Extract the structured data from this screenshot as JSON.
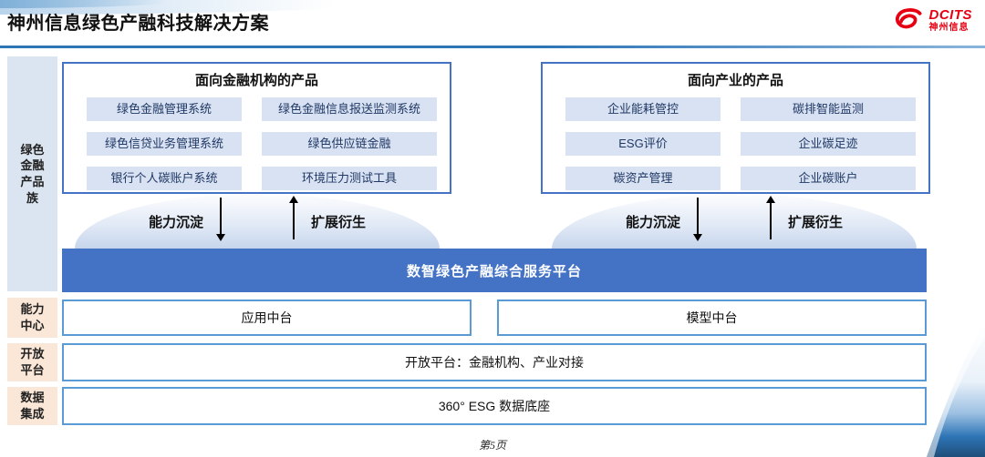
{
  "header": {
    "title": "神州信息绿色产融科技解决方案",
    "logo": {
      "brand": "DCITS",
      "brand_cn": "神州信息"
    }
  },
  "sidebar": {
    "product_family": "绿色金融产品族",
    "capability_center": "能力中心",
    "open_platform": "开放平台",
    "data_integration": "数据集成"
  },
  "product_boxes": [
    {
      "title": "面向金融机构的产品",
      "items": [
        "绿色金融管理系统",
        "绿色金融信息报送监测系统",
        "绿色信贷业务管理系统",
        "绿色供应链金融",
        "银行个人碳账户系统",
        "环境压力测试工具"
      ]
    },
    {
      "title": "面向产业的产品",
      "items": [
        "企业能耗管控",
        "碳排智能监测",
        "ESG评价",
        "企业碳足迹",
        "碳资产管理",
        "企业碳账户"
      ]
    }
  ],
  "arrows": {
    "down_label": "能力沉淀",
    "up_label": "扩展衍生"
  },
  "platform_bar": "数智绿色产融综合服务平台",
  "middle_platforms": [
    "应用中台",
    "模型中台"
  ],
  "open_platform_row": "开放平台：金融机构、产业对接",
  "data_base_row": "360° ESG 数据底座",
  "footer": {
    "page_number": "第5页"
  },
  "colors": {
    "accent_blue": "#4472c4",
    "light_blue_border": "#5b9bd5",
    "chip_bg": "#d9e2f3",
    "chip_text": "#1f3864",
    "sidebar_blue": "#dbe5f1",
    "sidebar_peach": "#fbe7d8",
    "brand_red": "#e60012",
    "rule_blue": "#2e75b6"
  },
  "icons": {
    "logo_swirl": "red-swirl-e",
    "down_arrow": "solid-down-arrow",
    "up_arrow": "solid-up-arrow"
  }
}
